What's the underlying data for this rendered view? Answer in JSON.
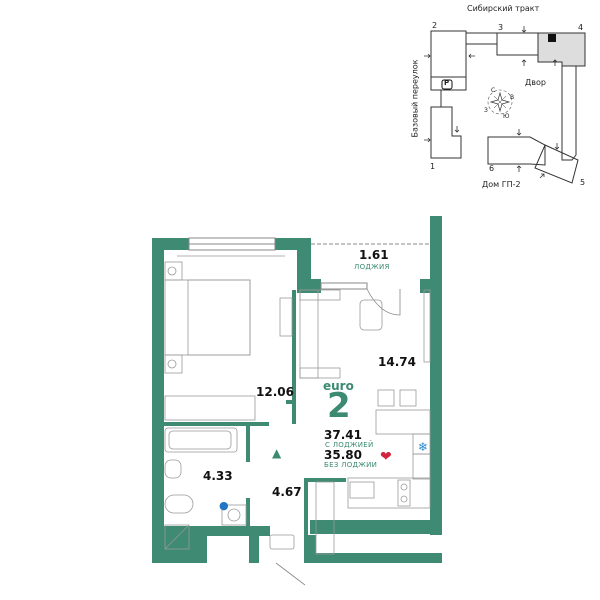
{
  "colors": {
    "wall": "#3f8a72",
    "line": "#8a8a8a",
    "accent": "#3c8a72",
    "heart": "#d3243d",
    "drop": "#2277c4",
    "snow": "#2a8ad0"
  },
  "site_plan": {
    "street_top": "Сибирский тракт",
    "street_left": "Базовый переулок",
    "courtyard": "Двор",
    "house": "Дом ГП-2",
    "parking": "P",
    "compass": {
      "n": "С",
      "e": "В",
      "s": "Ю",
      "w": "З"
    },
    "sections": [
      "1",
      "2",
      "3",
      "4",
      "5",
      "6"
    ]
  },
  "apartment": {
    "type_label": "euro",
    "rooms": "2",
    "area_with_loggia": "37.41",
    "area_with_loggia_label": "С ЛОДЖИЕЙ",
    "area_without_loggia": "35.80",
    "area_without_loggia_label": "БЕЗ ЛОДЖИИ"
  },
  "rooms": {
    "loggia": {
      "area": "1.61",
      "label": "ЛОДЖИЯ"
    },
    "living": {
      "area": "14.74"
    },
    "bedroom": {
      "area": "12.06"
    },
    "bathroom": {
      "area": "4.33"
    },
    "hall": {
      "area": "4.67"
    }
  }
}
